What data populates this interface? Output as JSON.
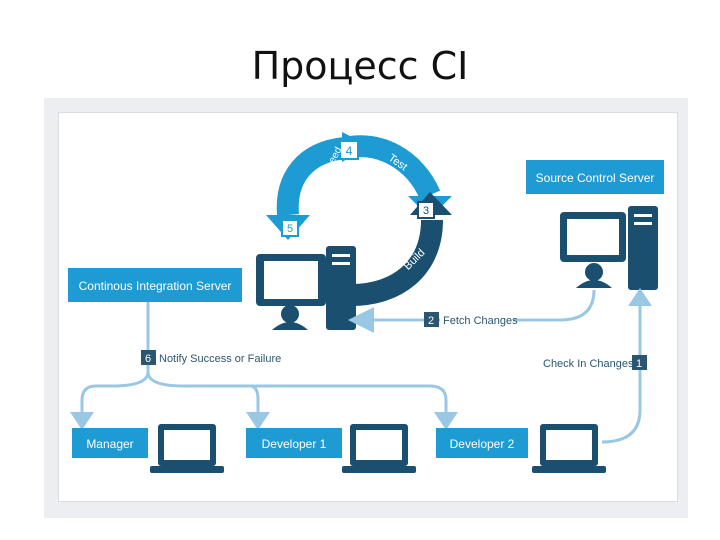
{
  "slide": {
    "title": "Процесс CI"
  },
  "colors": {
    "primary": "#1f9bd3",
    "dark": "#1a4f70",
    "arrow": "#1e90c7",
    "label_box": "#2b5672"
  },
  "diagram": {
    "ci_server": "Continous Integration Server",
    "source_control": "Source Control Server",
    "loop": {
      "step4": "4",
      "test": "Test",
      "step3": "3",
      "build": "Build",
      "step5": "5",
      "fail_or_succeed": "Fail or Succeed"
    },
    "fetch": {
      "num": "2",
      "label": "Fetch Changes"
    },
    "notify": {
      "num": "6",
      "label": "Notify Success or Failure"
    },
    "checkin": {
      "num": "1",
      "label": "Check In Changes"
    },
    "recipients": {
      "manager": "Manager",
      "dev1": "Developer 1",
      "dev2": "Developer 2"
    },
    "icons": [
      "monitor-icon",
      "server-tower-icon",
      "user-icon",
      "laptop-icon"
    ]
  }
}
